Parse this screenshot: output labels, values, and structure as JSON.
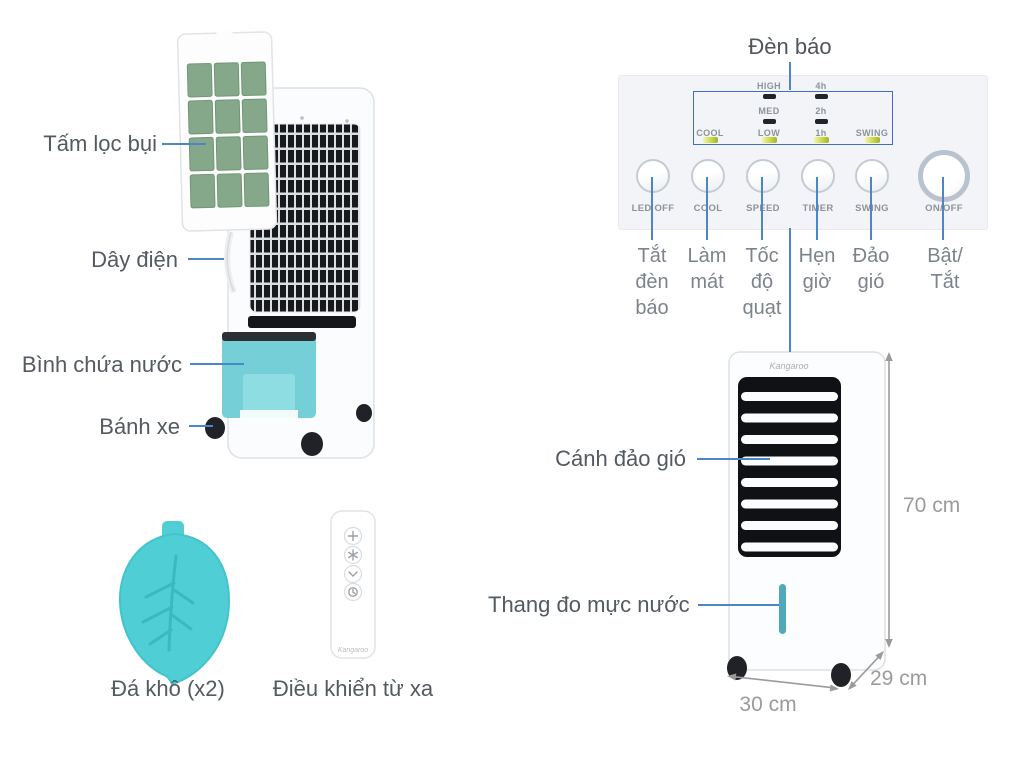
{
  "rear_view": {
    "filter_label": "Tấm lọc bụi",
    "cord_label": "Dây điện",
    "tank_label": "Bình chứa nước",
    "wheel_label": "Bánh xe"
  },
  "control_panel": {
    "title": "Đèn báo",
    "indicators": {
      "cool": "COOL",
      "high": "HIGH",
      "med": "MED",
      "low": "LOW",
      "t4": "4h",
      "t2": "2h",
      "t1": "1h",
      "swing": "SWING"
    },
    "buttons": [
      {
        "label": "LED OFF",
        "caption": "Tắt đèn báo"
      },
      {
        "label": "COOL",
        "caption": "Làm mát"
      },
      {
        "label": "SPEED",
        "caption": "Tốc độ quạt"
      },
      {
        "label": "TIMER",
        "caption": "Hẹn giờ"
      },
      {
        "label": "SWING",
        "caption": "Đảo gió"
      },
      {
        "label": "ON/OFF",
        "caption": "Bật/Tắt"
      }
    ]
  },
  "accessories": {
    "ice_pack_label": "Đá khô (x2)",
    "remote_label": "Điều khiển từ xa",
    "remote_brand": "Kangaroo"
  },
  "front_view": {
    "brand": "Kangaroo",
    "swing_label": "Cánh đảo gió",
    "gauge_label": "Thang đo mực nước",
    "dimensions": {
      "height": "70 cm",
      "width": "30 cm",
      "depth": "29 cm"
    }
  },
  "colors": {
    "lead_line_blue": "#4d86c6",
    "indicator_box_blue": "#3f6fc4",
    "led_on_green": "#cbd847",
    "led_off_black": "#212428",
    "teal_accent": "#4fced5",
    "dimension_gray": "#9b9b9b"
  }
}
